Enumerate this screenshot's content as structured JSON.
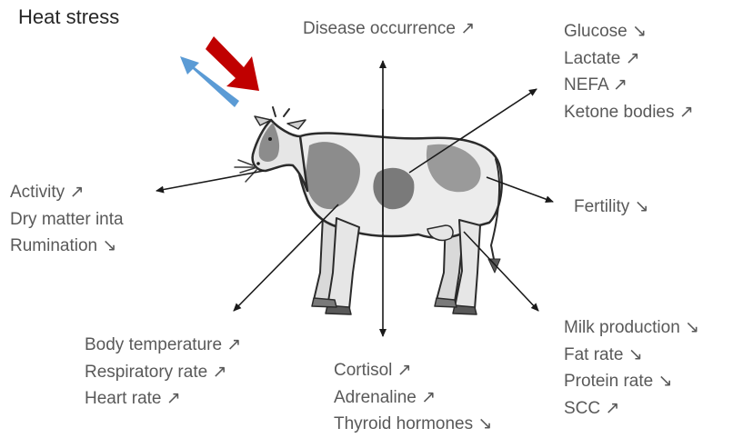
{
  "title": "Heat stress",
  "labels": {
    "top": [
      "Disease occurrence ↗"
    ],
    "top_right": [
      "Glucose ↘",
      "Lactate ↗",
      "NEFA ↗",
      "Ketone bodies ↗"
    ],
    "left": [
      "Activity ↗",
      "Dry matter inta",
      "Rumination ↘"
    ],
    "right": [
      "Fertility ↘"
    ],
    "bottom_left": [
      "Body temperature ↗",
      "Respiratory rate ↗",
      "Heart rate ↗"
    ],
    "bottom_center": [
      "Cortisol ↗",
      "Adrenaline ↗",
      "Thyroid hormones ↘"
    ],
    "bottom_right": [
      "Milk production ↘",
      "Fat rate ↘",
      "Protein rate ↘",
      "SCC ↗"
    ]
  },
  "colors": {
    "heat_arrow": "#c00000",
    "cool_arrow": "#5b9bd5",
    "text": "#595959",
    "title": "#262626",
    "lines": "#1a1a1a"
  }
}
